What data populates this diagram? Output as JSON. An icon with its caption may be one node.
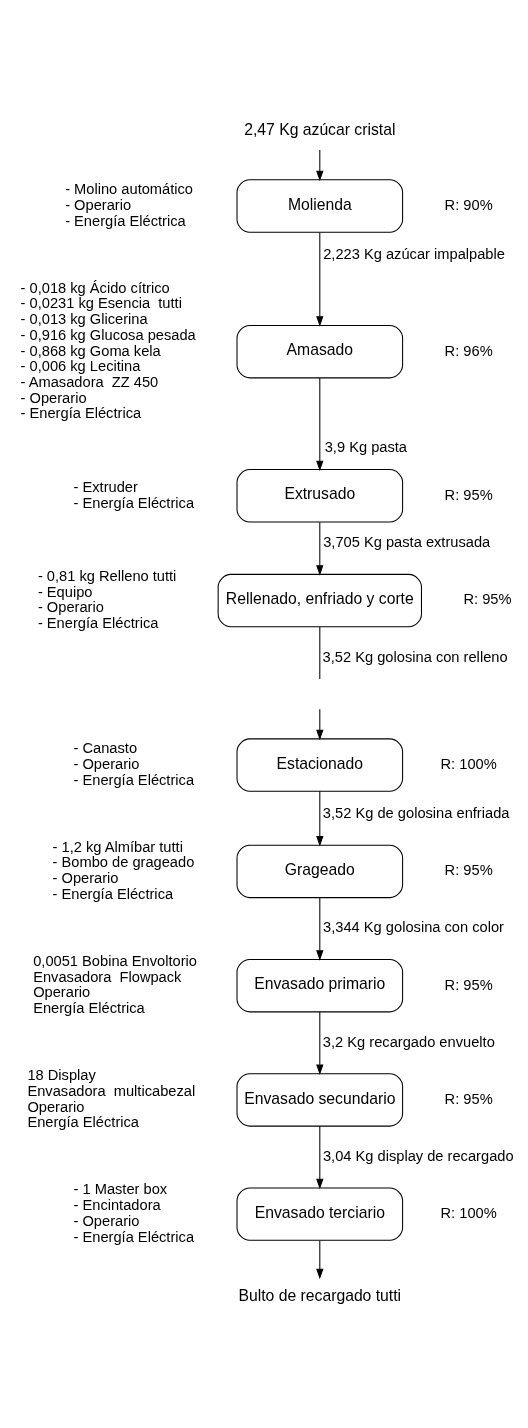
{
  "diagram": {
    "nodes": [
      {
        "text": [
          "2,47 Kg azúcar cristal"
        ]
      },
      {
        "text": [
          "Molienda"
        ],
        "beside": [
          "- Molino automático",
          "- Operario",
          "- Energía Eléctrica",
          "R: 90%"
        ]
      },
      {
        "text": [
          "Amasado"
        ],
        "beside": [
          "- 0,018 kg Ácido cítrico",
          "- 0,0231 kg Esencia  tutti",
          "- 0,013 kg Glicerina",
          "- 0,916 kg Glucosa pesada",
          "- 0,868 kg Goma kela",
          "- 0,006 kg Lecitina",
          "- Amasadora  ZZ 450",
          "- Operario",
          "- Energía Eléctrica",
          "R: 96%"
        ]
      },
      {
        "text": [
          "Extrusado"
        ],
        "beside": [
          "- Extruder",
          "- Energía Eléctrica",
          "R: 95%"
        ]
      },
      {
        "text": [
          "Rellenado, enfriado y corte"
        ],
        "beside": [
          "- 0,81 kg Relleno tutti",
          "- Equipo",
          "- Operario",
          "- Energía Eléctrica",
          "R: 95%"
        ]
      },
      {
        "text": [
          "Estacionado"
        ],
        "beside": [
          "- Canasto",
          "- Operario",
          "- Energía Eléctrica",
          "R: 100%"
        ]
      },
      {
        "text": [
          "Grageado"
        ],
        "beside": [
          "- 1,2 kg Almíbar tutti",
          "- Bombo de grageado",
          "- Operario",
          "- Energía Eléctrica",
          "R: 95%"
        ]
      },
      {
        "text": [
          "Envasado primario"
        ],
        "beside": [
          "0,0051 Bobina Envoltorio",
          "Envasadora  Flowpack",
          "Operario",
          "Energía Eléctrica",
          "R: 95%"
        ]
      },
      {
        "text": [
          "Envasado secundario"
        ],
        "beside": [
          "18 Display",
          "Envasadora  multicabezal",
          "Operario",
          "Energía Eléctrica",
          "R: 95%"
        ]
      },
      {
        "text": [
          "Envasado terciario"
        ],
        "beside": [
          "- 1 Master box",
          "- Encintadora",
          "- Operario",
          "- Energía Eléctrica",
          "R: 100%"
        ]
      },
      {
        "text": [
          "Bulto de recargado tutti"
        ]
      }
    ],
    "edges": [
      {
        "from": 0,
        "to": 1,
        "arrow": "to"
      },
      {
        "from": 1,
        "to": 2,
        "arrow": "to",
        "label": "2,223 Kg azúcar impalpable"
      },
      {
        "from": 2,
        "to": 3,
        "arrow": "to",
        "label": "3,9 Kg pasta"
      },
      {
        "from": 3,
        "to": 4,
        "arrow": "to",
        "label": "3,705 Kg pasta extrusada"
      },
      {
        "from": 4,
        "to": null,
        "arrow": "none",
        "label": "3,52 Kg golosina con relleno"
      },
      {
        "from": null,
        "to": 5,
        "arrow": "to"
      },
      {
        "from": 5,
        "to": 6,
        "arrow": "to",
        "label": "3,52 Kg de golosina enfriada"
      },
      {
        "from": 6,
        "to": 7,
        "arrow": "to",
        "label": "3,344 Kg golosina con color"
      },
      {
        "from": 7,
        "to": 8,
        "arrow": "to",
        "label": "3,2 Kg recargado envuelto"
      },
      {
        "from": 8,
        "to": 9,
        "arrow": "to",
        "label": "3,04 Kg display de recargado"
      },
      {
        "from": 9,
        "to": 10,
        "arrow": "to"
      }
    ]
  }
}
